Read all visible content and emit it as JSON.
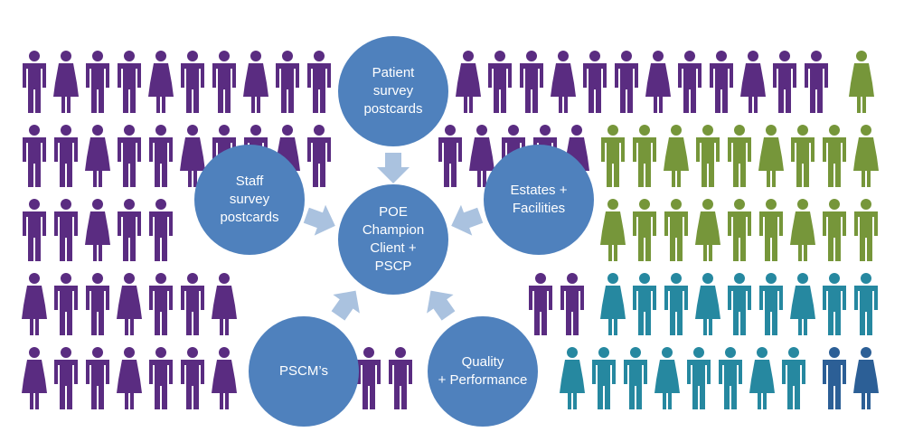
{
  "colors": {
    "purple": "#5a2c81",
    "green": "#76963a",
    "teal": "#2688a0",
    "blue": "#2c5f96",
    "node": "#4f81bd",
    "arrow": "#aac2df"
  },
  "icons": {
    "person": "person-icon",
    "arrow": "arrow-icon"
  },
  "nodes": {
    "center": {
      "label": "POE\nChampion\nClient +\nPSCP"
    },
    "patient": {
      "label": "Patient\nsurvey\npostcards"
    },
    "staff": {
      "label": "Staff\nsurvey\npostcards"
    },
    "estates": {
      "label": "Estates +\nFacilities"
    },
    "pscm": {
      "label": "PSCM’s"
    },
    "quality": {
      "label": "Quality\n+ Performance"
    }
  }
}
